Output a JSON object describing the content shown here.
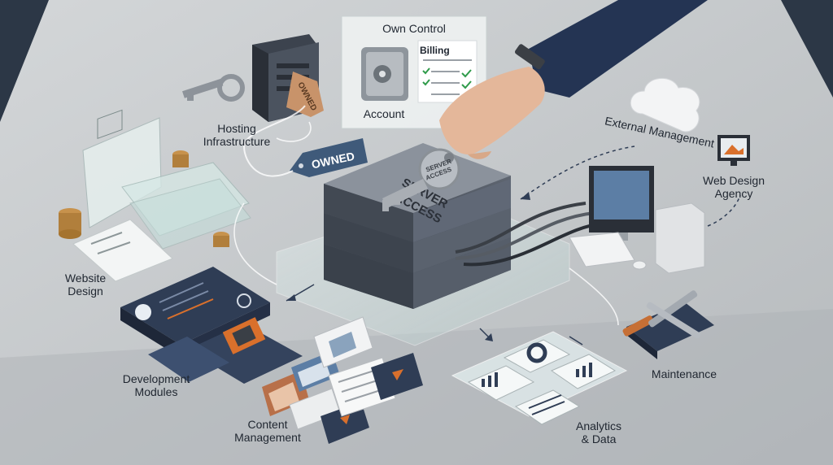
{
  "labels": {
    "own_control": "Own Control",
    "billing": "Billing",
    "account": "Account",
    "owned_tag_small": "OWNED",
    "owned_tag_large": "OWNED",
    "hosting": [
      "Hosting",
      "Infrastructure"
    ],
    "server_access": [
      "SERVER",
      "ACCESS"
    ],
    "key_access": [
      "SERVER",
      "ACCESS"
    ],
    "external_management": "External Management",
    "web_design_agency": [
      "Web Design",
      "Agency"
    ],
    "website_design": [
      "Website",
      "Design"
    ],
    "development_modules": [
      "Development",
      "Modules"
    ],
    "content_management": [
      "Content",
      "Management"
    ],
    "analytics_data": [
      "Analytics",
      "& Data"
    ],
    "maintenance": "Maintenance"
  },
  "colors": {
    "background": "#2e3a4a",
    "table": "#c9ccce",
    "server": "#4a5260",
    "navy": "#2f3d55",
    "accent_orange": "#d9702c",
    "tag_blue": "#3f5a7a",
    "check_green": "#2f9b4a"
  }
}
